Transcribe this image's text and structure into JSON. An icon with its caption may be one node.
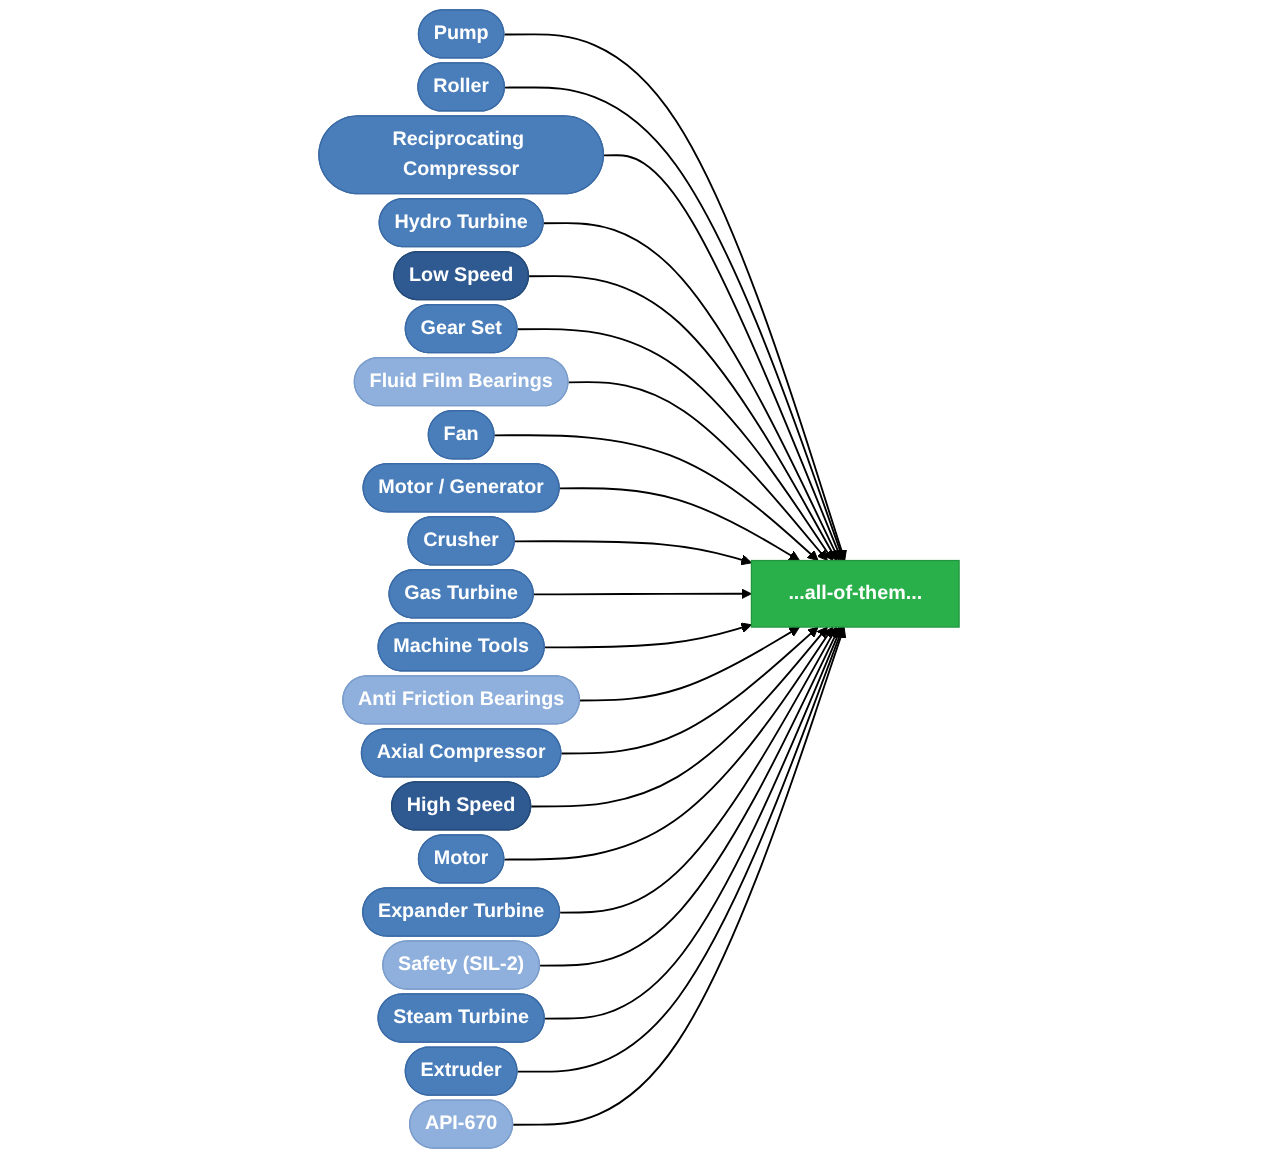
{
  "diagram": {
    "nodes": [
      {
        "text": [
          "...all-of-them..."
        ]
      },
      {
        "text": [
          "Pump"
        ]
      },
      {
        "text": [
          "Roller"
        ]
      },
      {
        "text": [
          "Reciprocating Compressor"
        ]
      },
      {
        "text": [
          "Hydro Turbine"
        ]
      },
      {
        "text": [
          "Low Speed"
        ]
      },
      {
        "text": [
          "Gear Set"
        ]
      },
      {
        "text": [
          "Fluid Film Bearings"
        ]
      },
      {
        "text": [
          "Fan"
        ]
      },
      {
        "text": [
          "Motor / Generator"
        ]
      },
      {
        "text": [
          "Crusher"
        ]
      },
      {
        "text": [
          "Gas Turbine"
        ]
      },
      {
        "text": [
          "Machine Tools"
        ]
      },
      {
        "text": [
          "Anti Friction Bearings"
        ]
      },
      {
        "text": [
          "Axial Compressor"
        ]
      },
      {
        "text": [
          "High Speed"
        ]
      },
      {
        "text": [
          "Motor"
        ]
      },
      {
        "text": [
          "Expander Turbine"
        ]
      },
      {
        "text": [
          "Safety (SIL-2)"
        ]
      },
      {
        "text": [
          "Steam Turbine"
        ]
      },
      {
        "text": [
          "Extruder"
        ]
      },
      {
        "text": [
          "API-670"
        ]
      }
    ],
    "edges": [
      {
        "from": 1,
        "to": 0,
        "arrow": "to"
      },
      {
        "from": 2,
        "to": 0,
        "arrow": "to"
      },
      {
        "from": 3,
        "to": 0,
        "arrow": "to"
      },
      {
        "from": 4,
        "to": 0,
        "arrow": "to"
      },
      {
        "from": 5,
        "to": 0,
        "arrow": "to"
      },
      {
        "from": 6,
        "to": 0,
        "arrow": "to"
      },
      {
        "from": 7,
        "to": 0,
        "arrow": "to"
      },
      {
        "from": 8,
        "to": 0,
        "arrow": "to"
      },
      {
        "from": 9,
        "to": 0,
        "arrow": "to"
      },
      {
        "from": 10,
        "to": 0,
        "arrow": "to"
      },
      {
        "from": 11,
        "to": 0,
        "arrow": "to"
      },
      {
        "from": 12,
        "to": 0,
        "arrow": "to"
      },
      {
        "from": 13,
        "to": 0,
        "arrow": "to"
      },
      {
        "from": 14,
        "to": 0,
        "arrow": "to"
      },
      {
        "from": 15,
        "to": 0,
        "arrow": "to"
      },
      {
        "from": 16,
        "to": 0,
        "arrow": "to"
      },
      {
        "from": 17,
        "to": 0,
        "arrow": "to"
      },
      {
        "from": 18,
        "to": 0,
        "arrow": "to"
      },
      {
        "from": 19,
        "to": 0,
        "arrow": "to"
      },
      {
        "from": 20,
        "to": 0,
        "arrow": "to"
      },
      {
        "from": 21,
        "to": 0,
        "arrow": "to"
      }
    ]
  }
}
